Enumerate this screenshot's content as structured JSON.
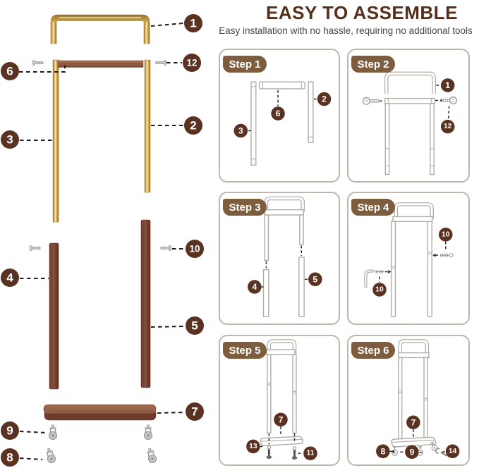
{
  "header": {
    "title": "EASY TO ASSEMBLE",
    "subtitle": "Easy installation with no hassle, requiring no additional tools"
  },
  "colors": {
    "badge_brown": "#5a3221",
    "step_pill_brown": "#7e5c3e",
    "title_brown": "#54301c",
    "gold_tube": "#d9b25c",
    "wood_brown": "#7c4735",
    "line_art_gray": "#b1aaa3"
  },
  "exploded": {
    "badges": {
      "handle": "1",
      "pole_right": "2",
      "pole_left": "3",
      "leg_left": "4",
      "leg_right": "5",
      "crossbar": "6",
      "base": "7",
      "caster_plate": "8",
      "caster_stem": "9",
      "leg_screw": "10",
      "handle_screw": "12"
    }
  },
  "steps": [
    {
      "label": "Step 1",
      "badges": {
        "crossbar": "6",
        "pole_right": "2",
        "pole_left": "3"
      }
    },
    {
      "label": "Step 2",
      "badges": {
        "handle": "1",
        "screw": "12"
      }
    },
    {
      "label": "Step 3",
      "badges": {
        "leg_left": "4",
        "leg_right": "5"
      }
    },
    {
      "label": "Step 4",
      "badges": {
        "screw_top": "10",
        "screw_bottom": "10"
      }
    },
    {
      "label": "Step 5",
      "badges": {
        "base": "7",
        "screw_left": "13",
        "screw_right": "11"
      }
    },
    {
      "label": "Step 6",
      "badges": {
        "base": "7",
        "caster_left": "8",
        "caster_mid": "9",
        "wrench": "14"
      }
    }
  ]
}
